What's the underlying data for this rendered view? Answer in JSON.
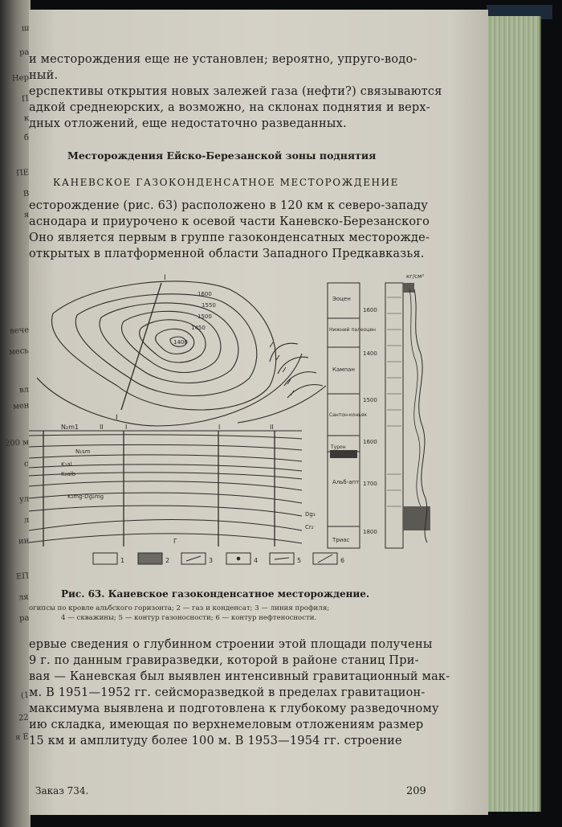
{
  "left_fragments": [
    "ш",
    "ра",
    "Нер",
    "П",
    "к",
    "б",
    "ПЕ",
    "В",
    "я",
    "вече",
    "месь",
    "вл",
    "мен",
    "200 м",
    "с",
    "ул",
    "л",
    "ин",
    "ЕП",
    "ля",
    "ра",
    "(1",
    "22",
    "я Е"
  ],
  "body_top": [
    "и месторождения еще не установлен; вероятно, упруго-водо-",
    "ный.",
    "ерспективы открытия новых залежей газа (нефти?) связываются",
    "адкой среднеюрских, а возможно, на склонах поднятия и верх-",
    "дных отложений, еще недостаточно разведанных."
  ],
  "heading_zone": "Месторождения Ейско-Березанской зоны поднятия",
  "heading_field": "КАНЕВСКОЕ ГАЗОКОНДЕНСАТНОЕ МЕСТОРОЖДЕНИЕ",
  "body_mid": [
    "есторождение (рис. 63) расположено в 120 км к северо-западу",
    "аснодара и приурочено к осевой части Каневско-Березанского",
    "Оно является первым в группе газоконденсатных месторожде-",
    "открытых в платформенной области Западного Предкавказья."
  ],
  "figure": {
    "map_labels": [
      "I",
      "I"
    ],
    "map_depths": [
      "1600",
      "1550",
      "1500",
      "1450",
      "1400"
    ],
    "section_labels": [
      "N₂m1",
      "II",
      "I",
      "I",
      "II",
      "N₁sm",
      "K₂al",
      "K₂alb",
      "K₂mg-Dg₂mg",
      "Dg₃",
      "Cr₂",
      "Г"
    ],
    "column_top": "кг/см²",
    "column_units": [
      "Эоцен",
      "Нижний палеоцен",
      "Кампан",
      "Сантон-коньяк",
      "Турон",
      "Альб-апт",
      "Триас"
    ],
    "column_depths": [
      "1600",
      "1400",
      "1500",
      "1600",
      "1700",
      "1800"
    ],
    "legend_numbers": [
      "1",
      "2",
      "3",
      "4",
      "5",
      "6"
    ]
  },
  "caption": "Рис. 63. Каневское газоконденсатное месторождение.",
  "legend_text": [
    "огипсы по кровле альбского горизонта; 2 — газ и конденсат; 3 — линия профиля;",
    "4 — скважины; 5 — контур газоносности; 6 — контур нефтеносности."
  ],
  "body_bottom": [
    "ервые сведения о глубинном строении этой площади получены",
    "9 г. по данным гравиразведки, которой в районе станиц При-",
    "вая — Каневская был выявлен интенсивный гравитационный мак-",
    "м. В 1951—1952 гг. сейсморазведкой в пределах гравитацион-",
    "максимума выявлена и подготовлена к глубокому разведочному",
    "ию складка, имеющая по верхнемеловым отложениям размер",
    "15 км и амплитуду более 100 м. В 1953—1954 гг. строение"
  ],
  "footer": {
    "order": "Заказ 734.",
    "page_number": "209"
  }
}
